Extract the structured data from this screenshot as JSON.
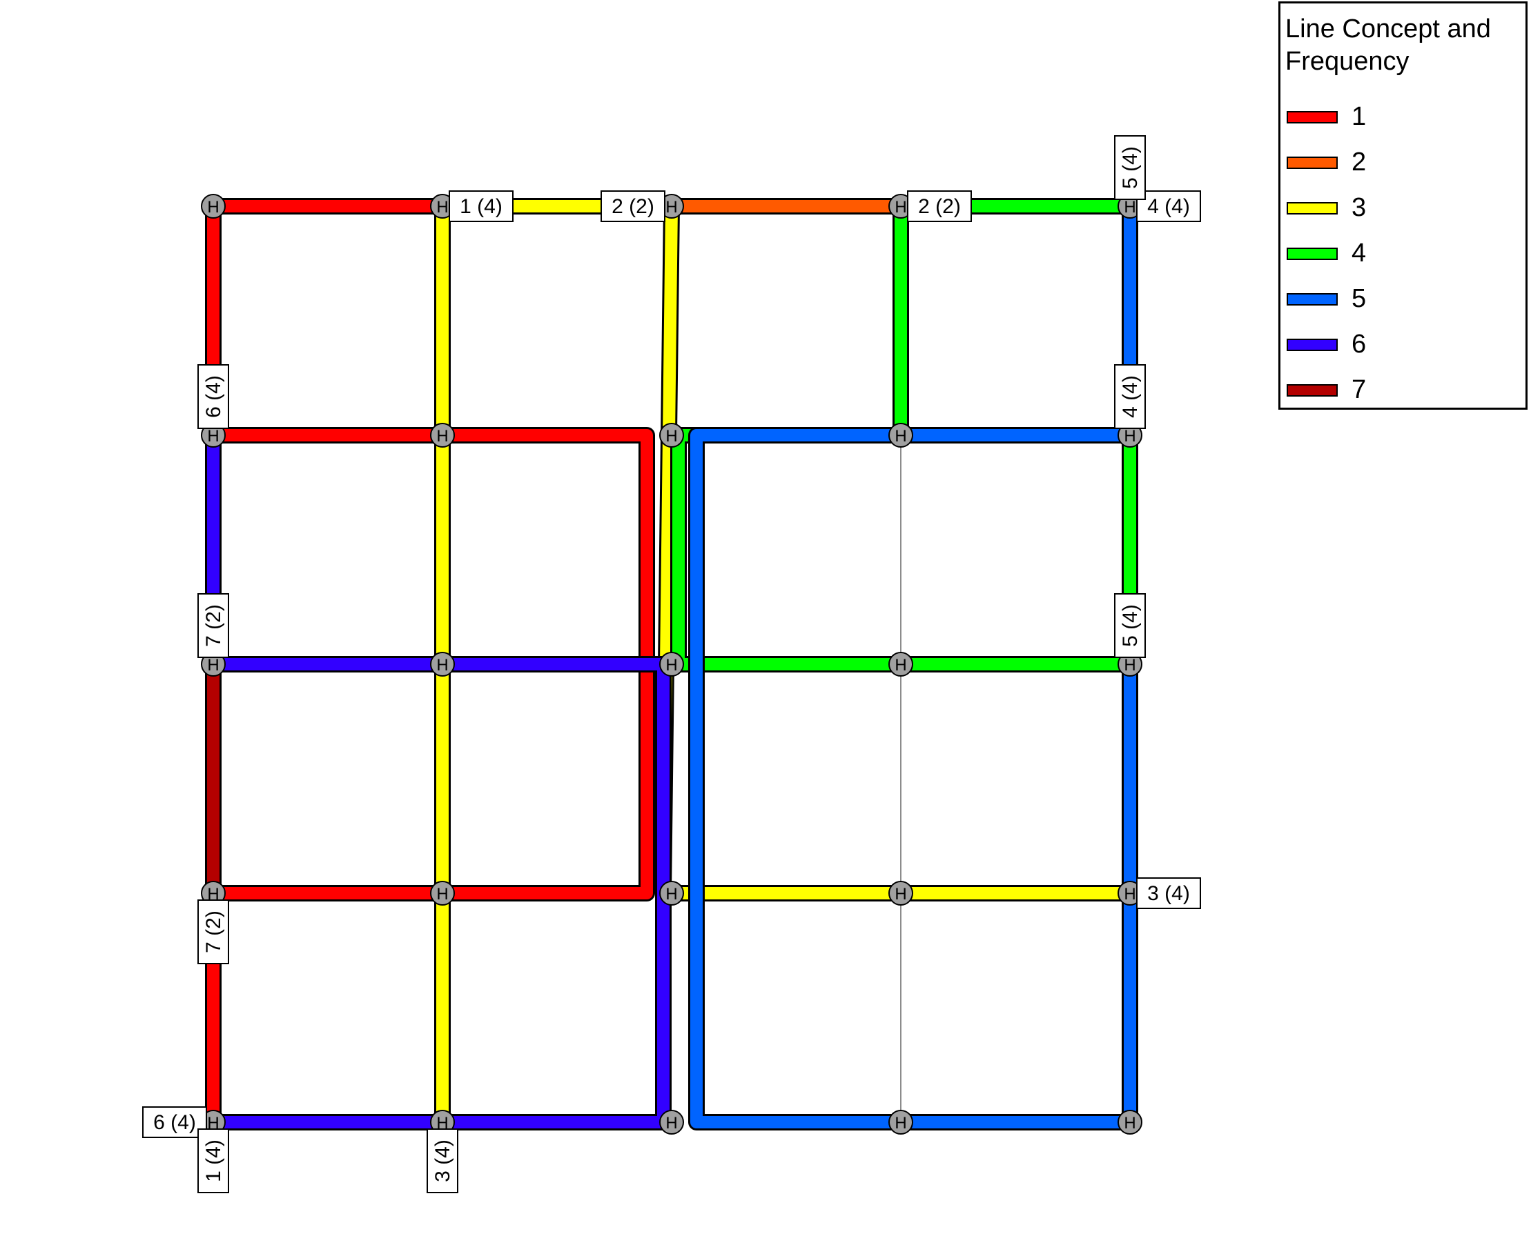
{
  "legend": {
    "title": "Line Concept and Frequency",
    "items": [
      {
        "label": "1",
        "color": "#ff0000"
      },
      {
        "label": "2",
        "color": "#ff5a00"
      },
      {
        "label": "3",
        "color": "#ffff00"
      },
      {
        "label": "4",
        "color": "#00ff00"
      },
      {
        "label": "5",
        "color": "#0064ff"
      },
      {
        "label": "6",
        "color": "#3200ff"
      },
      {
        "label": "7",
        "color": "#b40000"
      }
    ]
  },
  "stop_label": "H",
  "terminal_labels": [
    {
      "text": "1 (4)",
      "node": [
        1,
        0
      ],
      "position": "right",
      "orientation": "horizontal"
    },
    {
      "text": "2 (2)",
      "node": [
        2,
        0
      ],
      "position": "left",
      "orientation": "horizontal"
    },
    {
      "text": "2 (2)",
      "node": [
        3,
        0
      ],
      "position": "right",
      "orientation": "horizontal"
    },
    {
      "text": "4 (4)",
      "node": [
        4,
        0
      ],
      "position": "right",
      "orientation": "horizontal"
    },
    {
      "text": "5 (4)",
      "node": [
        4,
        0
      ],
      "position": "above",
      "orientation": "vertical"
    },
    {
      "text": "6 (4)",
      "node": [
        0,
        1
      ],
      "position": "above",
      "orientation": "vertical"
    },
    {
      "text": "4 (4)",
      "node": [
        4,
        1
      ],
      "position": "above",
      "orientation": "vertical"
    },
    {
      "text": "7 (2)",
      "node": [
        0,
        2
      ],
      "position": "above",
      "orientation": "vertical"
    },
    {
      "text": "5 (4)",
      "node": [
        4,
        2
      ],
      "position": "above",
      "orientation": "vertical"
    },
    {
      "text": "7 (2)",
      "node": [
        0,
        3
      ],
      "position": "below",
      "orientation": "vertical"
    },
    {
      "text": "3 (4)",
      "node": [
        4,
        3
      ],
      "position": "right",
      "orientation": "horizontal"
    },
    {
      "text": "6 (4)",
      "node": [
        0,
        4
      ],
      "position": "left",
      "orientation": "horizontal"
    },
    {
      "text": "1 (4)",
      "node": [
        0,
        4
      ],
      "position": "below",
      "orientation": "vertical"
    },
    {
      "text": "3 (4)",
      "node": [
        1,
        4
      ],
      "position": "below",
      "orientation": "vertical"
    }
  ],
  "lines": [
    {
      "name": "1",
      "color": "#ff0000",
      "path": [
        [
          1,
          0
        ],
        [
          0,
          0
        ],
        [
          0,
          1
        ],
        [
          2,
          1
        ],
        [
          2,
          3
        ],
        [
          0,
          3
        ],
        [
          0,
          4
        ]
      ]
    },
    {
      "name": "2",
      "color": "#ff5a00",
      "path": [
        [
          2,
          0
        ],
        [
          3,
          0
        ]
      ]
    },
    {
      "name": "3",
      "color": "#ffff00",
      "path": [
        [
          1,
          4
        ],
        [
          1,
          0
        ],
        [
          2,
          0
        ],
        [
          2,
          3
        ],
        [
          4,
          3
        ]
      ]
    },
    {
      "name": "4",
      "color": "#00ff00",
      "path": [
        [
          4,
          0
        ],
        [
          3,
          0
        ],
        [
          3,
          1
        ],
        [
          2,
          1
        ],
        [
          2,
          2
        ],
        [
          4,
          2
        ],
        [
          4,
          1
        ]
      ]
    },
    {
      "name": "5",
      "color": "#0064ff",
      "path": [
        [
          4,
          0
        ],
        [
          4,
          1
        ],
        [
          3,
          1
        ],
        [
          2,
          1
        ],
        [
          2,
          3
        ],
        [
          2,
          4
        ],
        [
          4,
          4
        ],
        [
          4,
          2
        ]
      ]
    },
    {
      "name": "6",
      "color": "#3200ff",
      "path": [
        [
          0,
          1
        ],
        [
          0,
          2
        ],
        [
          2,
          2
        ],
        [
          2,
          4
        ],
        [
          0,
          4
        ]
      ]
    },
    {
      "name": "7",
      "color": "#b40000",
      "path": [
        [
          0,
          2
        ],
        [
          0,
          3
        ]
      ]
    }
  ],
  "unused_edges": [
    [
      [
        3,
        1
      ],
      [
        3,
        4
      ]
    ]
  ]
}
